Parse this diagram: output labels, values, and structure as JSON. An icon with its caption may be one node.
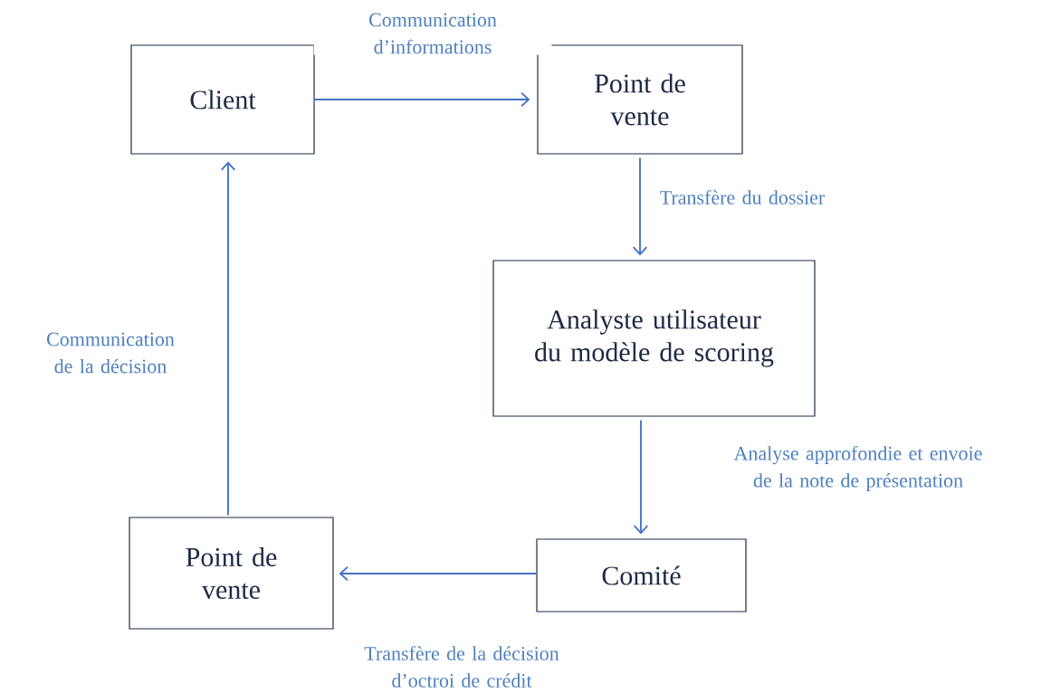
{
  "diagram": {
    "nodes": [
      {
        "text": [
          "Client"
        ]
      },
      {
        "text": [
          "Point de vente"
        ]
      },
      {
        "text": [
          "Analyste utilisateur du modèle de scoring"
        ]
      },
      {
        "text": [
          "Comité"
        ]
      },
      {
        "text": [
          "Point de vente"
        ]
      }
    ],
    "edges": [
      {
        "from": 0,
        "to": 1,
        "arrow": "to",
        "label": "Communication d’informations"
      },
      {
        "from": 1,
        "to": 2,
        "arrow": "to",
        "label": "Transfère du dossier"
      },
      {
        "from": 2,
        "to": 3,
        "arrow": "to",
        "label": "Analyse approfondie et envoie de la note de présentation"
      },
      {
        "from": 3,
        "to": 4,
        "arrow": "to",
        "label": "Transfère de la décision d’octroi de crédit"
      },
      {
        "from": 4,
        "to": 0,
        "arrow": "to",
        "label": "Communication de la décision"
      }
    ]
  }
}
